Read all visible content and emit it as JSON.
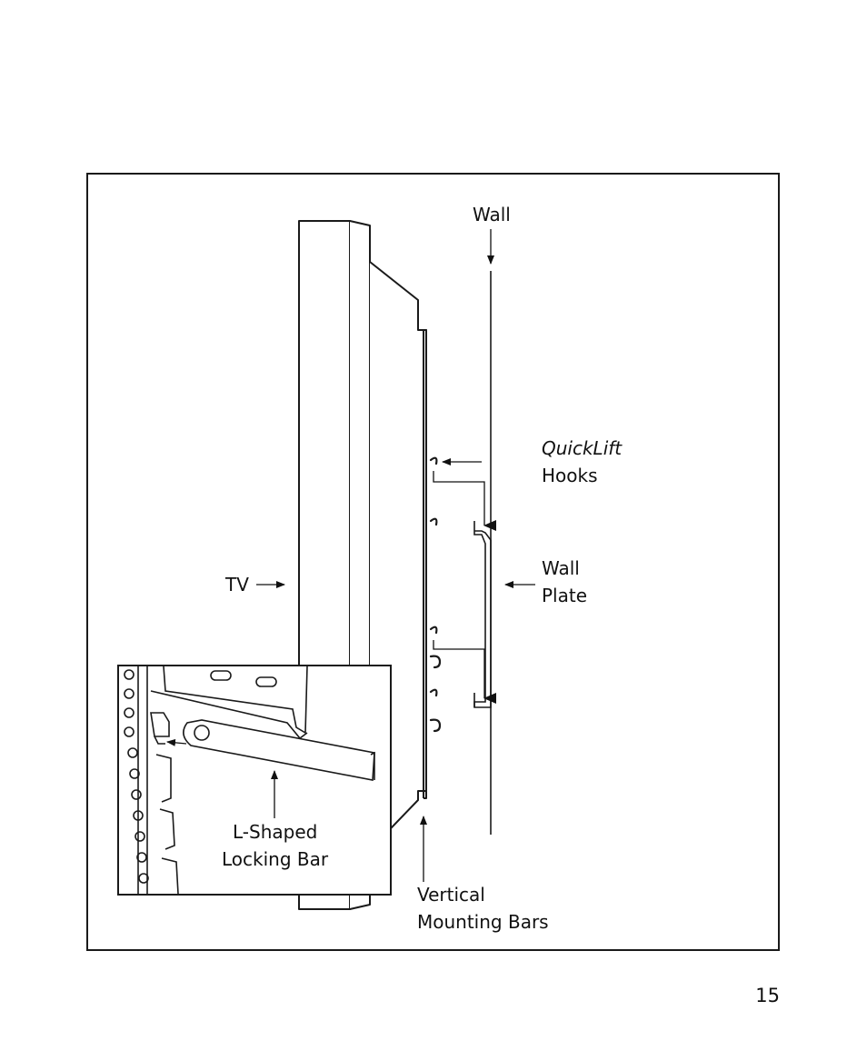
{
  "labels": {
    "wall": "Wall",
    "quicklift_1": "QuickLift",
    "quicklift_2": "Hooks",
    "wall_plate_1": "Wall",
    "wall_plate_2": "Plate",
    "tv": "TV",
    "locking_bar_1": "L-Shaped",
    "locking_bar_2": "Locking Bar",
    "mounting_bars_1": "Vertical",
    "mounting_bars_2": "Mounting Bars"
  },
  "page_number": "15"
}
